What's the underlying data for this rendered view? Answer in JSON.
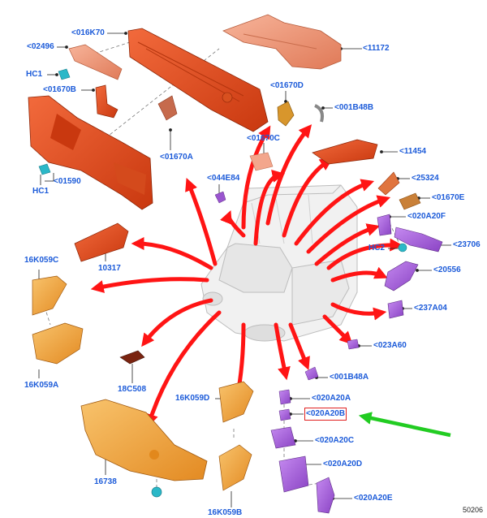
{
  "colors": {
    "label": "#1c5bd9",
    "red_part": "#e04a1e",
    "red_dark": "#a52b0c",
    "orange_part": "#f0a23a",
    "purple_part": "#a55ad9",
    "teal_clip": "#2bb8c8",
    "arrow": "#ff1414",
    "pointer": "#22cc22",
    "highlight_box": "#e02020"
  },
  "labels": {
    "p016K70": "<016K70",
    "p02496": "<02496",
    "hc1_top": "HC1",
    "p01670B": "<01670B",
    "hc1_bot": "HC1",
    "p01590": "<01590",
    "p01670A": "<01670A",
    "p11172": "<11172",
    "p01670D": "<01670D",
    "p001B48B": "<001B48B",
    "p01670C": "<01670C",
    "p11454": "<11454",
    "p044E84": "<044E84",
    "p25324": "<25324",
    "p01670E": "<01670E",
    "p020A20F": "<020A20F",
    "hc2": "HC2",
    "p23706": "<23706",
    "p10317": "10317",
    "p16K059C": "16K059C",
    "p20556": "<20556",
    "p237A04": "<237A04",
    "p023A60": "<023A60",
    "p16K059A": "16K059A",
    "p18C508": "18C508",
    "p001B48A": "<001B48A",
    "p16K059D": "16K059D",
    "p020A20A": "<020A20A",
    "p020A20B": "<020A20B",
    "p020A20C": "<020A20C",
    "p16738": "16738",
    "p020A20D": "<020A20D",
    "p16K059B": "16K059B",
    "p020A20E": "<020A20E"
  },
  "footer": {
    "code": "50206"
  },
  "icons": [
    "clip-icon",
    "arrow-icon",
    "pointer-arrow-icon"
  ]
}
